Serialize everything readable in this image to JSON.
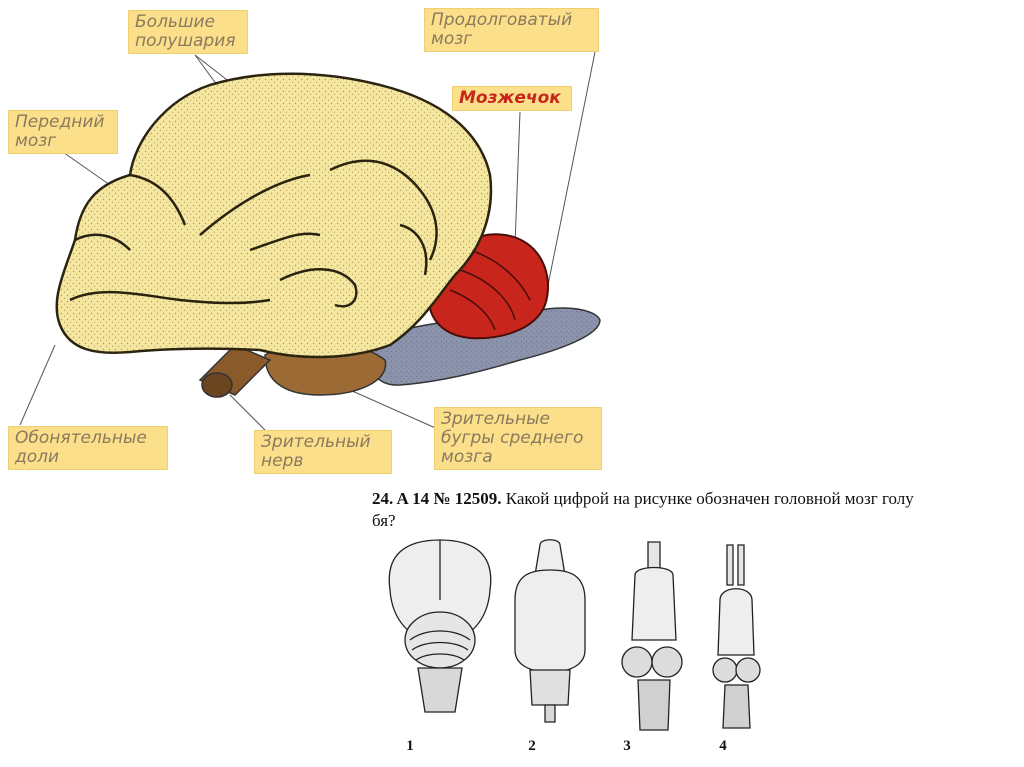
{
  "labels": {
    "hemispheres": "Большие\nполушария",
    "medulla": "Продолговатый\nмозг",
    "cerebellum": "Мозжечок",
    "forebrain": "Передний\nмозг",
    "olfactory": "Обонятельные\nдоли",
    "optic_nerve": "Зрительный\nнерв",
    "midbrain": "Зрительные\nбугры среднего\nмозга"
  },
  "colors": {
    "label_bg": "#fbdf8a",
    "label_text": "#8a7a5e",
    "cerebellum_text": "#c8261d",
    "cerebrum": "#f6e7a0",
    "cerebellum": "#c8261d",
    "medulla": "#8c93ad",
    "optic": "#8a5a2b"
  },
  "question": {
    "prefix": "24. A 14 № 12509.",
    "text": " Какой цифрой на рисунке обозначен головной мозг голу\nбя?"
  },
  "figures": [
    "1",
    "2",
    "3",
    "4"
  ]
}
